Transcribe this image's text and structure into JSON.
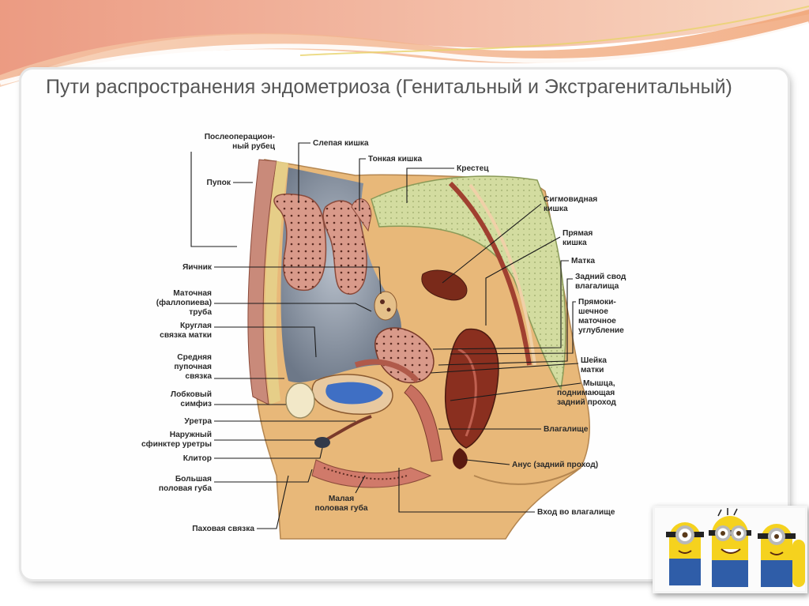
{
  "slide": {
    "title": "Пути распространения эндометриоза (Генитальный и Экстрагенитальный)"
  },
  "diagram": {
    "labels_left": [
      [
        "Послеоперацион-",
        "ный рубец"
      ],
      [
        "Пупок"
      ],
      [
        "Яичник"
      ],
      [
        "Маточная",
        "(фаллопиева)",
        "труба"
      ],
      [
        "Круглая",
        "связка матки"
      ],
      [
        "Средняя",
        "пупочная",
        "связка"
      ],
      [
        "Лобковый",
        "симфиз"
      ],
      [
        "Уретра"
      ],
      [
        "Наружный",
        "сфинктер уретры"
      ],
      [
        "Клитор"
      ],
      [
        "Большая",
        "половая губа"
      ],
      [
        "Паховая связка"
      ]
    ],
    "labels_top": [
      [
        "Слепая кишка"
      ],
      [
        "Тонкая кишка"
      ],
      [
        "Крестец"
      ]
    ],
    "labels_right": [
      [
        "Сигмовидная",
        "кишка"
      ],
      [
        "Прямая",
        "кишка"
      ],
      [
        "Матка"
      ],
      [
        "Задний свод",
        "влагалища"
      ],
      [
        "Прямоки-",
        "шечное",
        "маточное",
        "углубление"
      ],
      [
        "Шейка",
        "матки"
      ],
      [
        "Мышца,",
        "поднимающая",
        "задний проход"
      ],
      [
        "Влагалище"
      ],
      [
        "Анус (задний проход)"
      ],
      [
        "Вход во влагалище"
      ]
    ],
    "labels_bottom": [
      [
        "Малая",
        "половая губа"
      ]
    ]
  },
  "colors": {
    "title": "#555555",
    "skin": "#e8b879",
    "bone": "#d9e1a8",
    "intestine": "#d99a8a",
    "bladder": "#3f6fc4",
    "rectum": "#8a2f1f",
    "cavity": "#8f9aa8"
  },
  "decor": {
    "image": "minions-cartoon"
  }
}
